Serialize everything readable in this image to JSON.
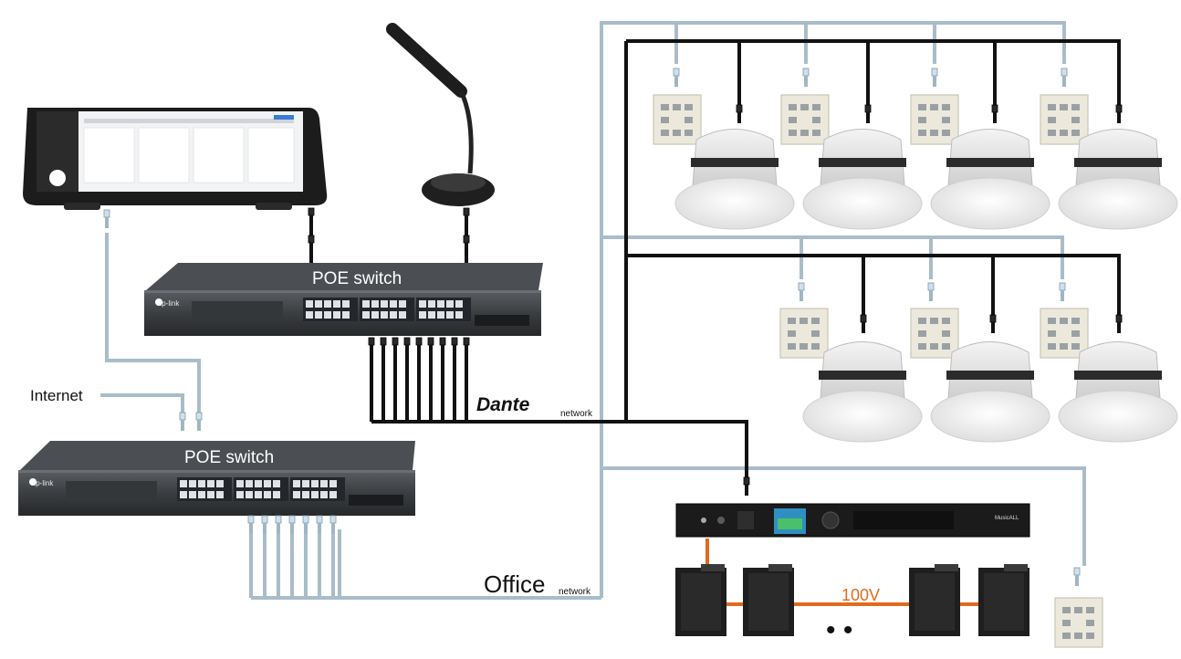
{
  "labels": {
    "poe_switch_top": "POE switch",
    "poe_switch_bottom": "POE switch",
    "internet": "Internet",
    "dante": "Dante",
    "dante_sub": "network",
    "office": "Office",
    "office_sub": "network",
    "volt": "100V",
    "ellipsis": "• •"
  },
  "devices": {
    "switch_brand": "tp-link",
    "amplifier_brand": "MusicALL"
  },
  "colors": {
    "office_line": "#a9bcc9",
    "dante_line": "#111111",
    "speaker_line": "#e06b1f",
    "switch_body": "#3a3d40"
  }
}
